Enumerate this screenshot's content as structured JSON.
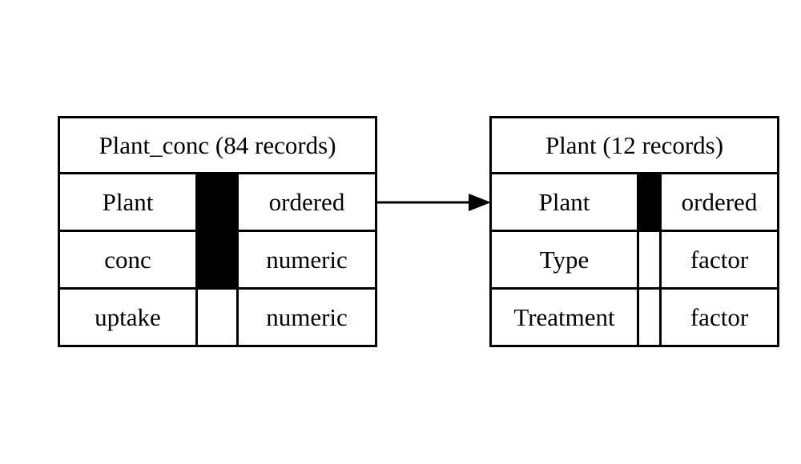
{
  "diagram": {
    "background_color": "#ffffff",
    "line_color": "#000000",
    "key_indicator_color": "#000000",
    "tables": {
      "left": {
        "title": "Plant_conc (84 records)",
        "rows": [
          {
            "name": "Plant",
            "type": "ordered",
            "key": true
          },
          {
            "name": "conc",
            "type": "numeric",
            "key": true
          },
          {
            "name": "uptake",
            "type": "numeric",
            "key": false
          }
        ]
      },
      "right": {
        "title": "Plant (12 records)",
        "rows": [
          {
            "name": "Plant",
            "type": "ordered",
            "key": true
          },
          {
            "name": "Type",
            "type": "factor",
            "key": false
          },
          {
            "name": "Treatment",
            "type": "factor",
            "key": false
          }
        ]
      }
    },
    "relation": {
      "from_table": "Plant_conc",
      "from_row": "Plant",
      "to_table": "Plant",
      "to_row": "Plant",
      "direction": "left-to-right"
    }
  }
}
